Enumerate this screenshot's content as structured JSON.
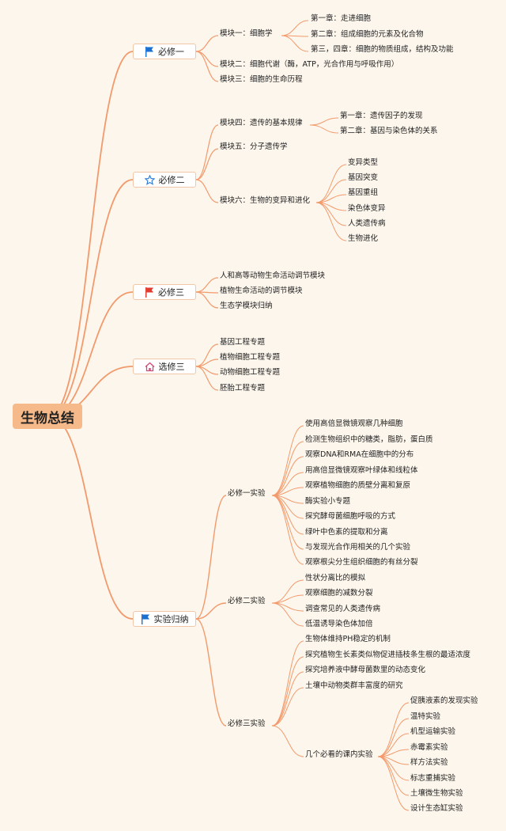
{
  "root": "生物总结",
  "colors": {
    "line": "#f29a6c",
    "root_bg": "#f6b98a",
    "flag_blue": "#1b6fd1",
    "flag_red": "#e03b2f",
    "star_blue": "#2b7ad6",
    "house_pink": "#d04a7a"
  },
  "branches": [
    {
      "label": "必修一",
      "icon": "blue-flag-icon",
      "children": [
        {
          "label": "模块一：细胞学",
          "children": [
            {
              "label": "第一章：走进细胞"
            },
            {
              "label": "第二章：组成细胞的元素及化合物"
            },
            {
              "label": "第三，四章：细胞的物质组成，结构及功能"
            }
          ]
        },
        {
          "label": "模块二：细胞代谢（酶，ATP，光合作用与呼吸作用）"
        },
        {
          "label": "模块三：细胞的生命历程"
        }
      ]
    },
    {
      "label": "必修二",
      "icon": "star-icon",
      "children": [
        {
          "label": "模块四：遗传的基本规律",
          "children": [
            {
              "label": "第一章：遗传因子的发现"
            },
            {
              "label": "第二章：基因与染色体的关系"
            }
          ]
        },
        {
          "label": "模块五：分子遗传学"
        },
        {
          "label": "模块六：生物的变异和进化",
          "children": [
            {
              "label": "变异类型"
            },
            {
              "label": "基因突变"
            },
            {
              "label": "基因重组"
            },
            {
              "label": "染色体变异"
            },
            {
              "label": "人类遗传病"
            },
            {
              "label": "生物进化"
            }
          ]
        }
      ]
    },
    {
      "label": "必修三",
      "icon": "red-flag-icon",
      "children": [
        {
          "label": "人和高等动物生命活动调节模块"
        },
        {
          "label": "植物生命活动的调节模块"
        },
        {
          "label": "生态学模块归纳"
        }
      ]
    },
    {
      "label": "选修三",
      "icon": "house-icon",
      "children": [
        {
          "label": "基因工程专题"
        },
        {
          "label": "植物细胞工程专题"
        },
        {
          "label": "动物细胞工程专题"
        },
        {
          "label": "胚胎工程专题"
        }
      ]
    },
    {
      "label": "实验归纳",
      "icon": "blue-flag-icon",
      "children": [
        {
          "label": "必修一实验",
          "children": [
            {
              "label": "使用高倍显微镜观察几种细胞"
            },
            {
              "label": "检测生物组织中的糖类，脂肪，蛋白质"
            },
            {
              "label": "观察DNA和RMA在细胞中的分布"
            },
            {
              "label": "用高倍显微镜观察叶绿体和线粒体"
            },
            {
              "label": "观察植物细胞的质壁分离和复原"
            },
            {
              "label": "酶实验小专题"
            },
            {
              "label": "探究酵母菌细胞呼吸的方式"
            },
            {
              "label": "绿叶中色素的提取和分离"
            },
            {
              "label": "与发现光合作用相关的几个实验"
            },
            {
              "label": "观察根尖分生组织细胞的有丝分裂"
            }
          ]
        },
        {
          "label": "必修二实验",
          "children": [
            {
              "label": "性状分离比的模拟"
            },
            {
              "label": "观察细胞的减数分裂"
            },
            {
              "label": "调查常见的人类遗传病"
            },
            {
              "label": "低温诱导染色体加倍"
            }
          ]
        },
        {
          "label": "必修三实验",
          "children": [
            {
              "label": "生物体维持PH稳定的机制"
            },
            {
              "label": "探究植物生长素类似物促进插枝条生根的最适浓度"
            },
            {
              "label": "探究培养液中酵母菌数里的动态变化"
            },
            {
              "label": "土壤中动物类群丰富度的研究"
            },
            {
              "label": "几个必看的课内实验",
              "children": [
                {
                  "label": "促胰液素的发现实验"
                },
                {
                  "label": "温特实验"
                },
                {
                  "label": "机型运输实验"
                },
                {
                  "label": "赤霉素实验"
                },
                {
                  "label": "样方法实验"
                },
                {
                  "label": "标志重捕实验"
                },
                {
                  "label": "土壤微生物实验"
                },
                {
                  "label": "设计生态缸实验"
                }
              ]
            }
          ]
        }
      ]
    }
  ]
}
